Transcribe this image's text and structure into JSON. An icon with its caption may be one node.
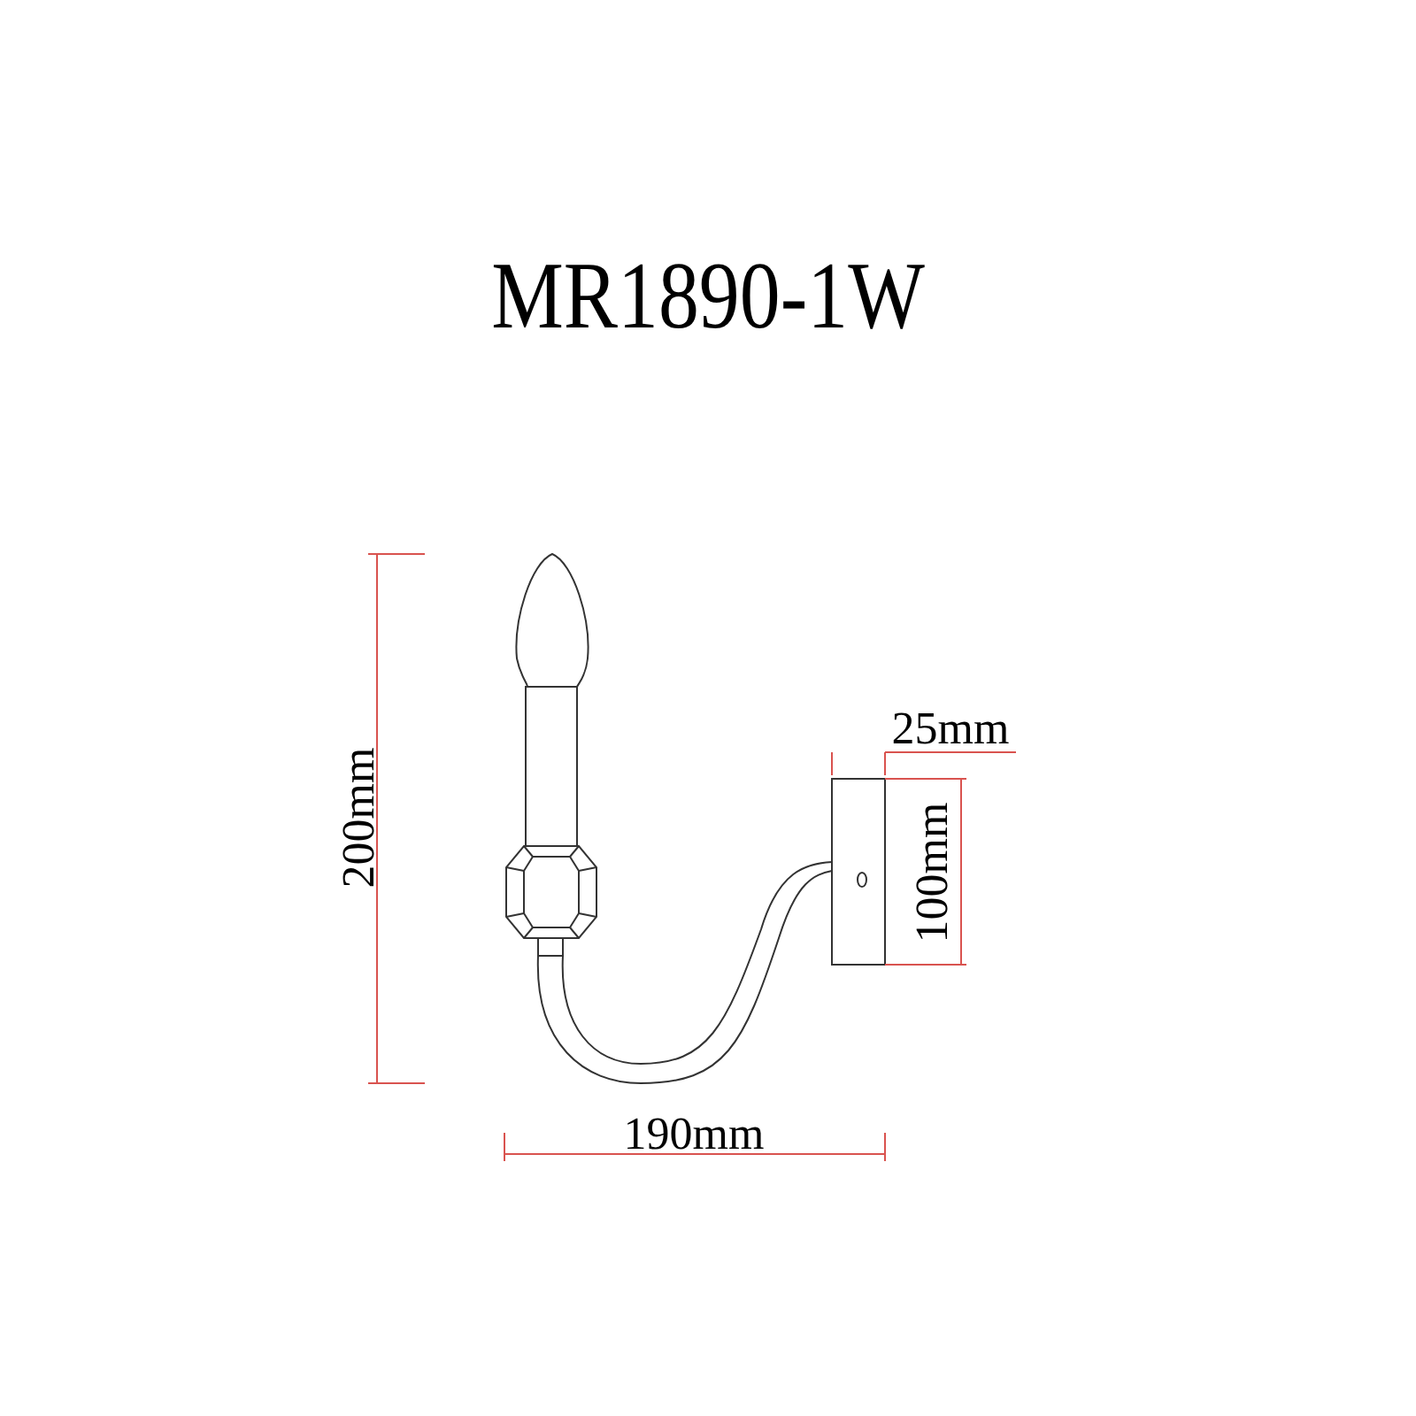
{
  "diagram": {
    "title": "MR1890-1W",
    "labels": [
      "200mm",
      "25mm",
      "100mm",
      "190mm"
    ]
  }
}
